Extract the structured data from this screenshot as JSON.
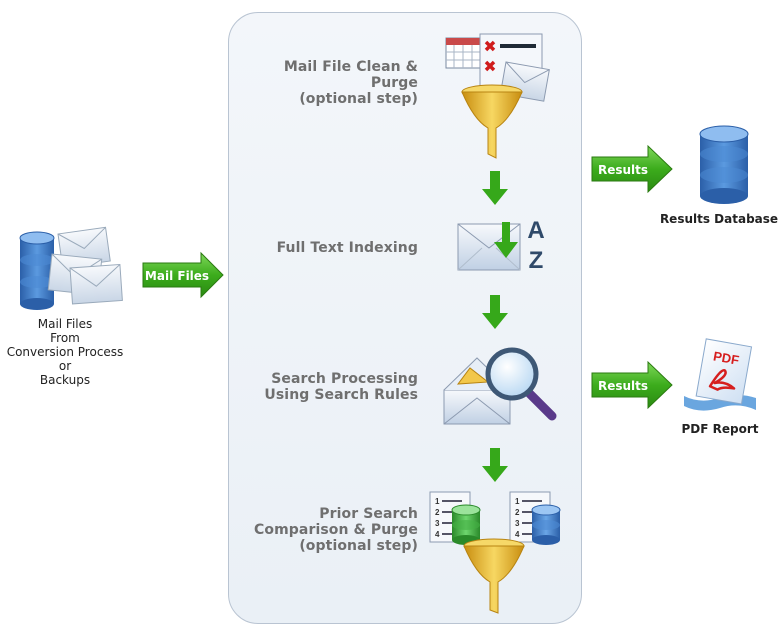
{
  "left": {
    "label_lines": [
      "Mail Files",
      "From",
      "Conversion Process",
      "or",
      "Backups"
    ]
  },
  "arrows": {
    "mail_files": "Mail Files",
    "results_db": "Results",
    "results_pdf": "Results"
  },
  "steps": [
    {
      "lines": [
        "Mail File Clean & Purge",
        "(optional step)"
      ]
    },
    {
      "lines": [
        "Full Text Indexing"
      ]
    },
    {
      "lines": [
        "Search Processing",
        "Using Search Rules"
      ]
    },
    {
      "lines": [
        "Prior Search",
        "Comparison & Purge",
        "(optional step)"
      ]
    }
  ],
  "outputs": {
    "database_label": "Results Database",
    "pdf_label": "PDF Report",
    "pdf_icon_text": "PDF"
  },
  "icons": {
    "az_letters": [
      "A",
      "Z"
    ],
    "list_numbers": [
      "1",
      "2",
      "3",
      "4"
    ]
  },
  "colors": {
    "arrow_green": "#3cac1c",
    "database_blue": "#3a78c4",
    "database_green": "#3fae3f",
    "funnel_gold": "#e4b21f",
    "panel_border": "#b9c4d2"
  }
}
